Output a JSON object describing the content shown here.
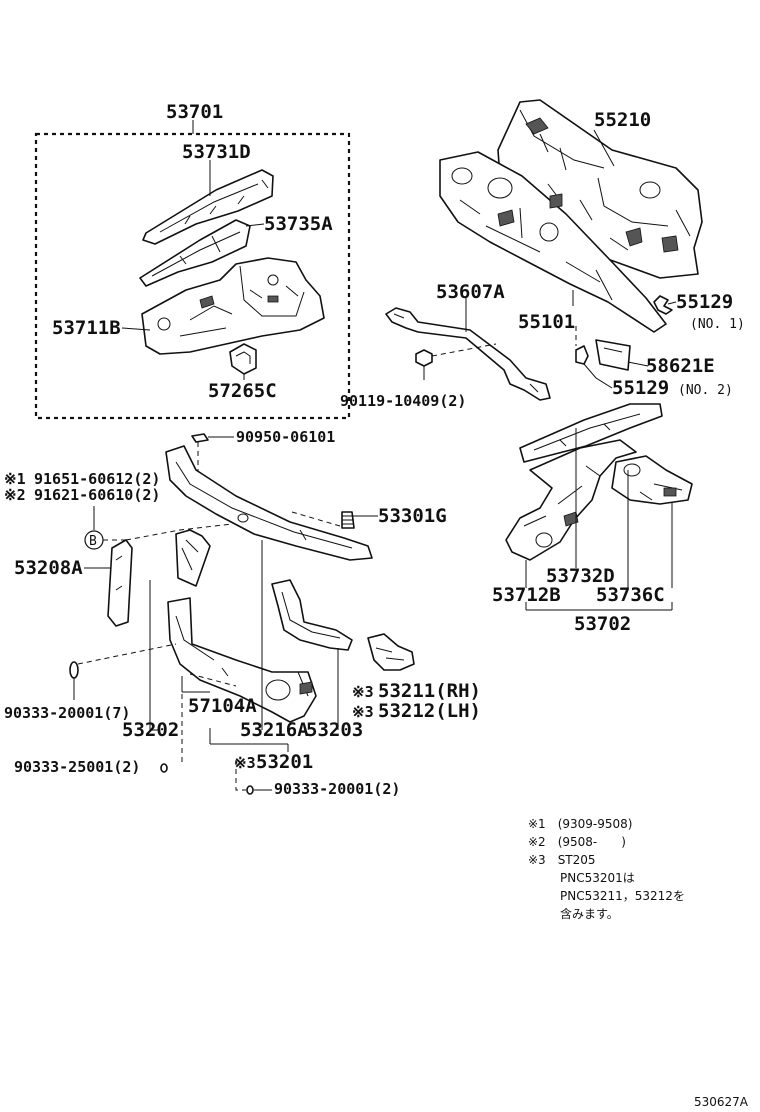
{
  "groups": {
    "upper_left_group": "53701",
    "lower_right_group": "53702"
  },
  "labels": {
    "p53731D": "53731D",
    "p53735A": "53735A",
    "p53711B": "53711B",
    "p57265C": "57265C",
    "p55210": "55210",
    "p53607A": "53607A",
    "p55101": "55101",
    "p55129_1": "55129",
    "p55129_1_note": "(NO. 1)",
    "p58621E": "58621E",
    "p55129_2": "55129",
    "p55129_2_note": "(NO. 2)",
    "p90119": "90119-10409(2)",
    "p90950": "90950-06101",
    "p91651": "91651-60612(2)",
    "p91651_mark": "※1",
    "p91621": "91621-60610(2)",
    "p91621_mark": "※2",
    "circle_b": "B",
    "p53301G": "53301G",
    "p53208A": "53208A",
    "p53732D": "53732D",
    "p53712B": "53712B",
    "p53736C": "53736C",
    "p53211": "53211(RH)",
    "p53211_mark": "※3",
    "p53212": "53212(LH)",
    "p53212_mark": "※3",
    "p90333_20001_7": "90333-20001(7)",
    "p57104A": "57104A",
    "p53202": "53202",
    "p53216A": "53216A",
    "p53203": "53203",
    "p90333_25001": "90333-25001(2)",
    "p53201": "53201",
    "p53201_mark": "※3",
    "p90333_20001_2": "90333-20001(2)"
  },
  "notes": [
    "※1　(9309-9508)",
    "※2　(9508-　　)",
    "※3　ST205",
    "PNC53201は",
    "PNC53211，53212を",
    "含みます。"
  ],
  "diagram_id": "530627A"
}
